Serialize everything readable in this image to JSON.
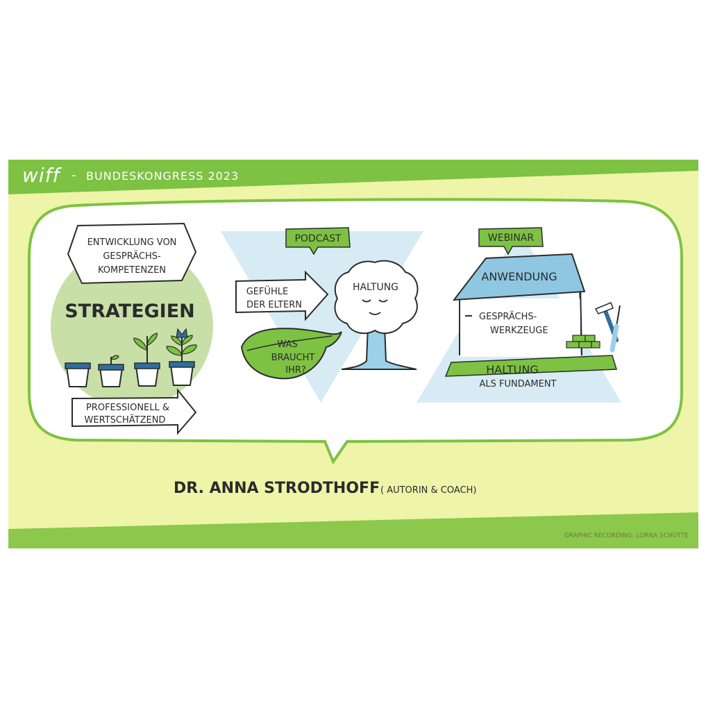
{
  "header": {
    "logo": "wiff",
    "dash": "-",
    "title": "BUNDESKONGRESS 2023"
  },
  "left": {
    "bubble_lines": [
      "ENTWICKLUNG VON",
      "GESPRÄCHS-",
      "KOMPETENZEN"
    ],
    "center_word": "STRATEGIEN",
    "arrow_lines": [
      "PROFESSIONELL &",
      "WERTSCHÄTZEND"
    ]
  },
  "middle": {
    "tag": "PODCAST",
    "arrow_lines": [
      "GEFÜHLE",
      "DER ELTERN"
    ],
    "tree_label": "HALTUNG",
    "leaf_lines": [
      "WAS",
      "BRAUCHT",
      "IHR?"
    ]
  },
  "right": {
    "tag": "WEBINAR",
    "roof_label": "ANWENDUNG",
    "wall_lines": [
      "GESPRÄCHS-",
      "WERKZEUGE"
    ],
    "foundation_label": "HALTUNG",
    "foundation_sub": "ALS FUNDAMENT"
  },
  "speaker": {
    "name": "DR. ANNA STRODTHOFF",
    "role": "( AUTORIN & COACH)"
  },
  "footer": {
    "credit": "GRAPHIC RECORDING: LORNA SCHÜTTE"
  },
  "colors": {
    "green_dark": "#7dc242",
    "green_band": "#8cc84b",
    "green_pale": "#eef4a8",
    "green_circle": "#c8e0a8",
    "blue_light": "#d7ebf4",
    "blue_roof": "#8fc7e3",
    "ink": "#2b2b2b"
  }
}
